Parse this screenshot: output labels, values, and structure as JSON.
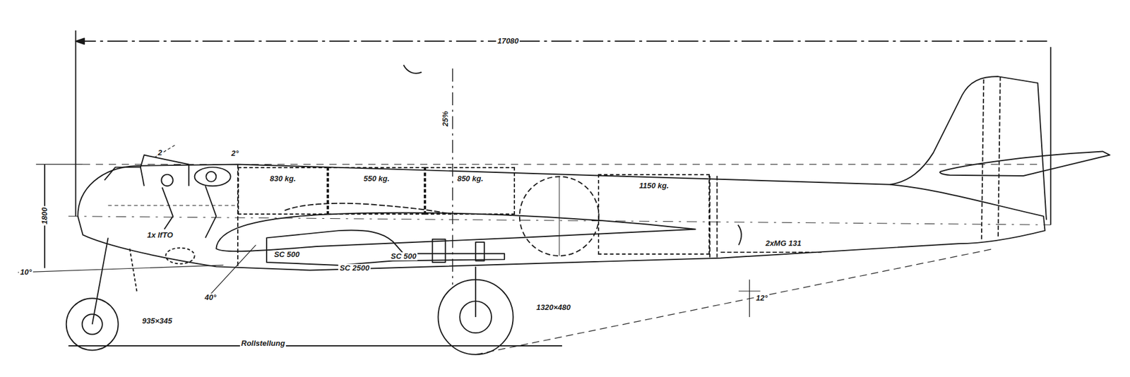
{
  "diagram": {
    "nodes": [
      {
        "text": [
          "830 kg."
        ]
      },
      {
        "text": [
          "550 kg."
        ]
      },
      {
        "text": [
          "850 kg."
        ]
      },
      {
        "text": [
          "1150 kg."
        ]
      }
    ],
    "labels": [
      "17080",
      "25%",
      "2",
      "2°",
      "1800",
      "10°",
      "1x lfTO",
      "SC 500",
      "SC 2500",
      "SC 500",
      "40°",
      "12°",
      "2xMG 131",
      "935×345",
      "1320×480",
      "Rollstellung"
    ]
  }
}
